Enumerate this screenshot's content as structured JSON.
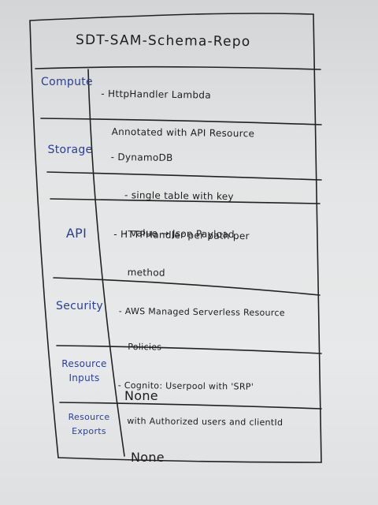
{
  "title": "SDT-SAM-Schema-Repo",
  "rows": [
    {
      "label": "Compute",
      "lines": [
        "- HttpHandler Lambda",
        "Annotated with API Resource"
      ]
    },
    {
      "label": "Storage",
      "lines": [
        "- DynamoDB",
        "- single table with key",
        "- value → Json Payload"
      ]
    },
    {
      "label": "API",
      "lines": [
        "- HTTPHandler per path per",
        "method"
      ]
    },
    {
      "label": "Security",
      "lines": [
        "- AWS Managed Serverless Resource",
        "Policies",
        "- Cognito: Userpool with 'SRP'",
        "with Authorized users and clientId"
      ]
    },
    {
      "label": "Resource Inputs",
      "lines": [
        "None"
      ]
    },
    {
      "label": "Resource Exports",
      "lines": [
        "None"
      ]
    }
  ],
  "colors": {
    "marker_black": "#1c1c1c",
    "marker_blue": "#2b3f8f",
    "board": "#e3e5e6"
  }
}
